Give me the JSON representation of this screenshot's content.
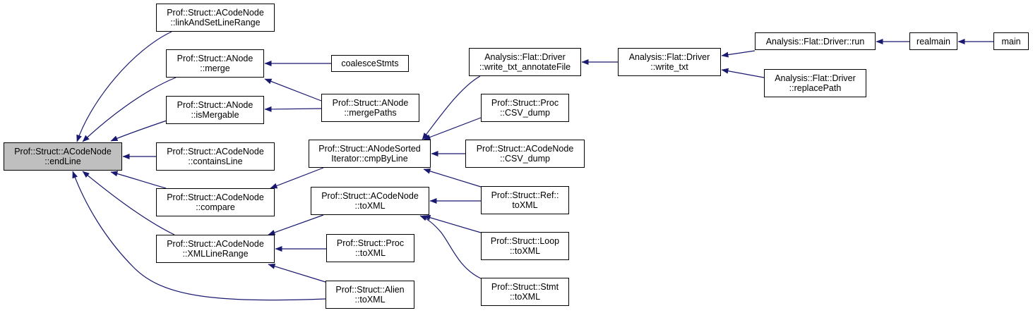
{
  "diagram": {
    "type": "caller-graph",
    "root": "endLine",
    "colors": {
      "edge": "#191970",
      "root_fill": "#bfbfbf",
      "node_fill": "#ffffff",
      "border": "#000000"
    },
    "nodes": [
      {
        "id": "endLine",
        "lines": [
          "Prof::Struct::ACodeNode",
          "::endLine"
        ],
        "root": true
      },
      {
        "id": "linkAndSetLineRange",
        "lines": [
          "Prof::Struct::ACodeNode",
          "::linkAndSetLineRange"
        ]
      },
      {
        "id": "merge",
        "lines": [
          "Prof::Struct::ANode",
          "::merge"
        ]
      },
      {
        "id": "isMergable",
        "lines": [
          "Prof::Struct::ANode",
          "::isMergable"
        ]
      },
      {
        "id": "containsLine",
        "lines": [
          "Prof::Struct::ACodeNode",
          "::containsLine"
        ]
      },
      {
        "id": "compare",
        "lines": [
          "Prof::Struct::ACodeNode",
          "::compare"
        ]
      },
      {
        "id": "XMLLineRange",
        "lines": [
          "Prof::Struct::ACodeNode",
          "::XMLLineRange"
        ]
      },
      {
        "id": "coalesceStmts",
        "lines": [
          "coalesceStmts"
        ]
      },
      {
        "id": "mergePaths",
        "lines": [
          "Prof::Struct::ANode",
          "::mergePaths"
        ]
      },
      {
        "id": "cmpByLine",
        "lines": [
          "Prof::Struct::ANodeSorted",
          "Iterator::cmpByLine"
        ]
      },
      {
        "id": "acnToXML",
        "lines": [
          "Prof::Struct::ACodeNode",
          "::toXML"
        ]
      },
      {
        "id": "procToXML",
        "lines": [
          "Prof::Struct::Proc",
          "::toXML"
        ]
      },
      {
        "id": "alienToXML",
        "lines": [
          "Prof::Struct::Alien",
          "::toXML"
        ]
      },
      {
        "id": "writeTxtAnnotateFile",
        "lines": [
          "Analysis::Flat::Driver",
          "::write_txt_annotateFile"
        ]
      },
      {
        "id": "procCSV",
        "lines": [
          "Prof::Struct::Proc",
          "::CSV_dump"
        ]
      },
      {
        "id": "acnCSV",
        "lines": [
          "Prof::Struct::ACodeNode",
          "::CSV_dump"
        ]
      },
      {
        "id": "refToXML",
        "lines": [
          "Prof::Struct::Ref::",
          "toXML"
        ]
      },
      {
        "id": "loopToXML",
        "lines": [
          "Prof::Struct::Loop",
          "::toXML"
        ]
      },
      {
        "id": "stmtToXML",
        "lines": [
          "Prof::Struct::Stmt",
          "::toXML"
        ]
      },
      {
        "id": "writeTxt",
        "lines": [
          "Analysis::Flat::Driver",
          "::write_txt"
        ]
      },
      {
        "id": "run",
        "lines": [
          "Analysis::Flat::Driver::run"
        ]
      },
      {
        "id": "replacePath",
        "lines": [
          "Analysis::Flat::Driver",
          "::replacePath"
        ]
      },
      {
        "id": "realmain",
        "lines": [
          "realmain"
        ]
      },
      {
        "id": "main",
        "lines": [
          "main"
        ]
      }
    ],
    "edges": [
      {
        "from": "linkAndSetLineRange",
        "to": "endLine"
      },
      {
        "from": "merge",
        "to": "endLine"
      },
      {
        "from": "isMergable",
        "to": "endLine"
      },
      {
        "from": "containsLine",
        "to": "endLine"
      },
      {
        "from": "compare",
        "to": "endLine"
      },
      {
        "from": "XMLLineRange",
        "to": "endLine"
      },
      {
        "from": "alienToXML",
        "to": "endLine"
      },
      {
        "from": "coalesceStmts",
        "to": "merge"
      },
      {
        "from": "mergePaths",
        "to": "merge"
      },
      {
        "from": "mergePaths",
        "to": "isMergable"
      },
      {
        "from": "cmpByLine",
        "to": "compare"
      },
      {
        "from": "acnToXML",
        "to": "XMLLineRange"
      },
      {
        "from": "procToXML",
        "to": "XMLLineRange"
      },
      {
        "from": "alienToXML",
        "to": "XMLLineRange"
      },
      {
        "from": "writeTxtAnnotateFile",
        "to": "cmpByLine"
      },
      {
        "from": "procCSV",
        "to": "cmpByLine"
      },
      {
        "from": "acnCSV",
        "to": "cmpByLine"
      },
      {
        "from": "refToXML",
        "to": "cmpByLine"
      },
      {
        "from": "refToXML",
        "to": "acnToXML"
      },
      {
        "from": "loopToXML",
        "to": "acnToXML"
      },
      {
        "from": "stmtToXML",
        "to": "acnToXML"
      },
      {
        "from": "writeTxt",
        "to": "writeTxtAnnotateFile"
      },
      {
        "from": "run",
        "to": "writeTxt"
      },
      {
        "from": "replacePath",
        "to": "writeTxt"
      },
      {
        "from": "realmain",
        "to": "run"
      },
      {
        "from": "main",
        "to": "realmain"
      }
    ]
  }
}
